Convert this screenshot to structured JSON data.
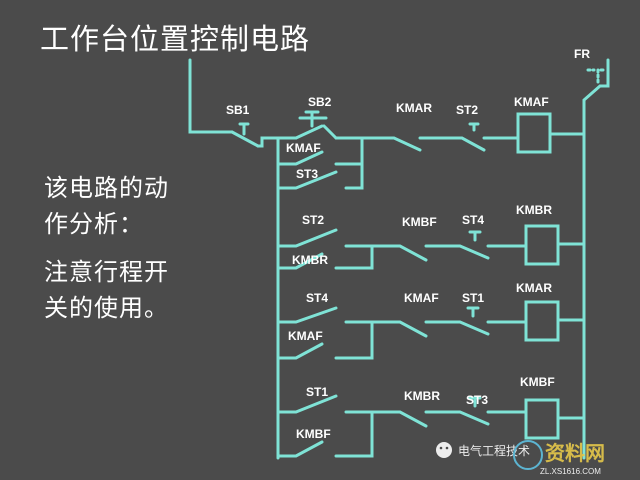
{
  "title": "工作台位置控制电路",
  "description": {
    "line1": "该电路的动",
    "line2": "作分析：",
    "line3": "注意行程开",
    "line4": "关的使用。"
  },
  "labels": {
    "fr": "FR",
    "sb1": "SB1",
    "sb2": "SB2",
    "kmaf_hold": "KMAF",
    "st3_top": "ST3",
    "kmar_r1": "KMAR",
    "st2_r1": "ST2",
    "kmaf_coil": "KMAF",
    "st2_r2": "ST2",
    "kmbr_hold": "KMBR",
    "kmbf_r2": "KMBF",
    "st4_r2": "ST4",
    "kmbr_coil": "KMBR",
    "st4_r3": "ST4",
    "kmaf_hold2": "KMAF",
    "kmaf_r3": "KMAF",
    "st1_r3": "ST1",
    "kmar_coil": "KMAR",
    "st1_r4": "ST1",
    "kmbf_hold": "KMBF",
    "kmbr_r4": "KMBR",
    "st3_r4": "ST3",
    "kmbf_coil": "KMBF"
  },
  "watermark": {
    "text": "电气工程技术",
    "site": "ZL.XS1616.COM",
    "brand": "资料网"
  },
  "colors": {
    "background": "#4b4b4b",
    "wire": "#7fe3d6",
    "text": "#ffffff"
  }
}
